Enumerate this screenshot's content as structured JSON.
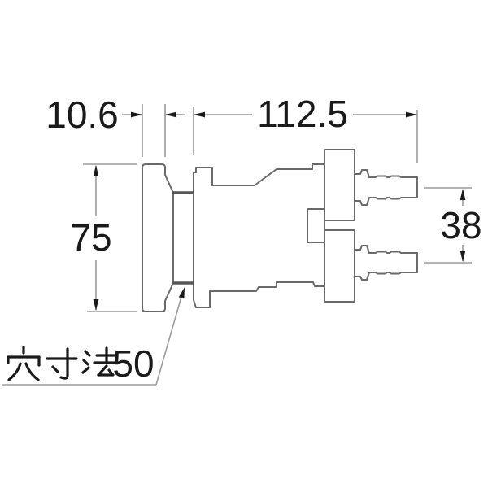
{
  "drawing": {
    "type": "technical-dimension-drawing",
    "subject": "wall-flange twin hose-barb plumbing fitting, side view",
    "annotations": {
      "flange_thickness_dim": "10.6",
      "body_length_dim": "112.5",
      "flange_height_dim": "75",
      "outlet_spacing_dim": "38",
      "hole_note_label": "穴寸法50",
      "hole_note_number": "50"
    },
    "colors": {
      "background": "#ffffff",
      "part_outline": "#6a6a6a",
      "dimension_lines": "#9b9b9b",
      "text_and_arrows": "#1a1a1a"
    }
  }
}
